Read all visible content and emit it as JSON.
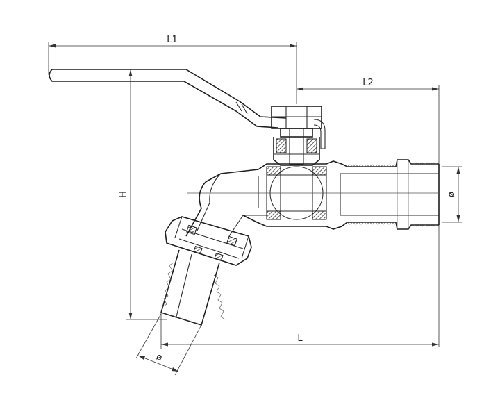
{
  "dimensions": {
    "l1": "L1",
    "l2": "L2",
    "h": "H",
    "l": "L",
    "dia_outlet": "ø",
    "dia_inlet": "ø"
  }
}
